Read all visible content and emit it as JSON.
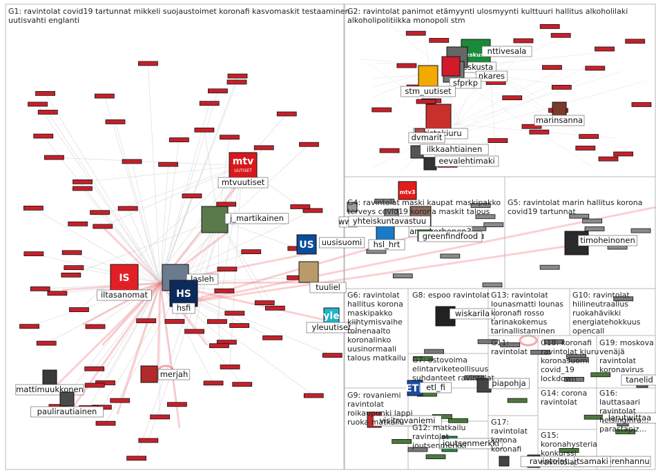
{
  "graph_title": "",
  "groups": [
    {
      "id": "G1",
      "label": "G1: ravintolat covid19 tartunnat mikkeli suojaustoimet koronafi kasvomaskit testaaminen",
      "label2": "uutisvahti englanti"
    },
    {
      "id": "G2",
      "label": "G2: ravintolat panimot etämyynti ulosmyynti kulttuuri hallitus alkoholilaki",
      "label2": "alkoholipolitiikka monopoli stm"
    },
    {
      "id": "G4",
      "label": "G4: ravintolat maski kaupat maskipakko",
      "label2": "terveys covid19 korona maskit talous"
    },
    {
      "id": "G5",
      "label": "G5: ravintolat marin hallitus korona",
      "label2": "covid19 tartunnat"
    },
    {
      "id": "G6",
      "lines": [
        "G6: ravintolat",
        "hallitus korona",
        "maskipakko",
        "kiihtymisvaihe",
        "toinenaalto",
        "koronalinko",
        "uusinormaali",
        "talous matkailu"
      ]
    },
    {
      "id": "G7",
      "lines": [
        "G7: ostovoima",
        "elintarviketeollisuus",
        "suhdanteet ravintolat"
      ]
    },
    {
      "id": "G8",
      "lines": [
        "G8: espoo ravintolat"
      ]
    },
    {
      "id": "G9",
      "lines": [
        "G9: rovaniemi",
        "ravintolat",
        "roikaupunki lappi",
        "ruoka matkailu"
      ]
    },
    {
      "id": "G10",
      "lines": [
        "G10: ravintolat",
        "hiilineutraalius",
        "ruokahävikki",
        "energiatehokkuus",
        "opencall"
      ]
    },
    {
      "id": "G11",
      "lines": [
        "G11:",
        "ravintolat"
      ]
    },
    {
      "id": "G12",
      "lines": [
        "G12: matkailu",
        "ravintolat",
        "joutsenmerkki"
      ]
    },
    {
      "id": "G13",
      "lines": [
        "G13: ravintolat",
        "lounasmatti lounas",
        "koronafi rosso",
        "tarinakokemus",
        "tarinallistaminen"
      ]
    },
    {
      "id": "G14",
      "lines": [
        "G14: corona",
        "ravintolat"
      ]
    },
    {
      "id": "G15",
      "lines": [
        "G15:",
        "koronahysteria",
        "konkurssi",
        "ravintolat"
      ]
    },
    {
      "id": "G16",
      "lines": [
        "G16:",
        "lauttasaari",
        "ravintolat",
        "helsinginra...",
        "parastapiz..."
      ]
    },
    {
      "id": "G17",
      "lines": [
        "G17:",
        "ravintolat",
        "korona",
        "koronafi"
      ]
    },
    {
      "id": "G18",
      "lines": [
        "G18: koronafi",
        "ravintolat kiuru",
        "koronasuomi",
        "covid_19",
        "lockdown"
      ]
    },
    {
      "id": "G19",
      "lines": [
        "G19: moskova",
        "venäjä",
        "ravintolat",
        "koronavirus"
      ]
    }
  ],
  "vertices": [
    {
      "id": "mtvuutiset",
      "label": "mtvuutiset",
      "logo_text": "mtv",
      "logo_sub": "UUTISET",
      "color": "#d8191c"
    },
    {
      "id": "j_martikainen",
      "label": "j_martikainen",
      "color": "#5a7a4c"
    },
    {
      "id": "uusisuomi",
      "label": "uusisuomi",
      "logo_text": "US",
      "color": "#0a4d9c"
    },
    {
      "id": "iltasanomat",
      "label": "iltasanomat",
      "logo_text": "IS",
      "color": "#e31f26"
    },
    {
      "id": "lasleh",
      "label": "lasleh",
      "color": "#6b7b8f"
    },
    {
      "id": "hsfi",
      "label": "hsfi",
      "logo_text": "HS",
      "color": "#0d2a5c"
    },
    {
      "id": "tuuliel",
      "label": "tuuliel",
      "color": "#b99a6a"
    },
    {
      "id": "yleuutiset",
      "label": "yleuutiset",
      "logo_text": "yle",
      "color": "#1fb4c8"
    },
    {
      "id": "merjah",
      "label": "merjah",
      "color": "#b22a2a"
    },
    {
      "id": "mattimuukkonen",
      "label": "mattimuukkonen",
      "color": "#3a3a3a"
    },
    {
      "id": "paulirautiainen",
      "label": "paulirautiainen",
      "color": "#4a4a4a"
    },
    {
      "id": "keskusta",
      "label": "keskusta",
      "logo_text": "Keskusta",
      "color": "#1a8a3a"
    },
    {
      "id": "nttivesala",
      "label": "nttivesala",
      "color": "#666666"
    },
    {
      "id": "nkares",
      "label": "nkares",
      "color": "#777777"
    },
    {
      "id": "sfprkp",
      "label": "sfprkp",
      "color": "#d11a2a"
    },
    {
      "id": "stm_uutiset",
      "label": "stm_uutiset",
      "color": "#f2a900"
    },
    {
      "id": "kristakiuru",
      "label": "kristakiuru",
      "color": "#c9302c"
    },
    {
      "id": "ilkkaahtiainen",
      "label": "ilkkaahtiainen",
      "color": "#555555"
    },
    {
      "id": "eevalehtimaki",
      "label": "eevalehtimaki",
      "color": "#333333"
    },
    {
      "id": "marinsanna",
      "label": "marinsanna",
      "color": "#7a3b2a"
    },
    {
      "id": "annakorhonen3",
      "label": "annakorhonen3",
      "color": "#8a6a5a"
    },
    {
      "id": "hsl_hrt",
      "label": "hsl_hrt",
      "color": "#1a7ac8"
    },
    {
      "id": "timoheinonen",
      "label": "timoheinonen",
      "color": "#2a2a2a"
    },
    {
      "id": "wiskarila",
      "label": "wiskarila",
      "color": "#222222"
    },
    {
      "id": "etl_fi",
      "label": "etl_fi",
      "logo_text": "ETL",
      "color": "#1a4aa0"
    },
    {
      "id": "piapohja",
      "label": "piapohja",
      "color": "#444444"
    },
    {
      "id": "tanelid",
      "label": "tanelid",
      "color": "#666666"
    },
    {
      "id": "larutwittaa",
      "label": "larutwittaa",
      "color": "#777777"
    },
    {
      "id": "borenhannu",
      "label": "borenhannu",
      "color": "#444444"
    },
    {
      "id": "mtv3",
      "label": "",
      "logo_text": "mtv3",
      "color": "#e21c1c"
    },
    {
      "id": "greenfindfood",
      "label": "greenfindfood",
      "color": "#3a8a3a"
    },
    {
      "id": "www",
      "label": "www",
      "color": "#999999"
    },
    {
      "id": "yhteiskuntavastuu",
      "label": "yhteiskuntavastuu",
      "color": "#888888"
    },
    {
      "id": "dvmarit",
      "label": "dvmarit",
      "color": "#b84a4a"
    },
    {
      "id": "visitrovaniemi",
      "label": "visitrovaniemi",
      "color": "#c82a2a"
    },
    {
      "id": "joutsenmerkki",
      "label": "joutsenmerkki",
      "color": "#2a8a4a"
    },
    {
      "id": "ravintolat_tag",
      "label": "ravintolat...",
      "color": "#444444"
    },
    {
      "id": "tsamaki",
      "label": "tsamaki",
      "color": "#555555"
    }
  ]
}
